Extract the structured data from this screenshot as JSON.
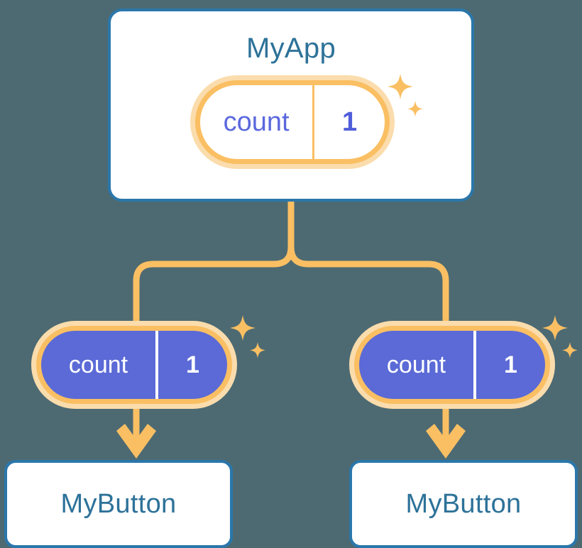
{
  "background_color": "#4d6a72",
  "palette": {
    "card_border": "#2a77ab",
    "card_fill": "#ffffff",
    "title_text": "#2d7299",
    "pill_ring": "#fabf63",
    "pill_glow": "#fbdcac",
    "pill_solid_fill": "#5b6ad6",
    "pill_light_key_text": "#5b68dd",
    "pill_light_val_text": "#4f5ed9",
    "pill_solid_text": "#ffffff",
    "connector": "#fabf63"
  },
  "diagram": {
    "type": "component-state-propagation-tree",
    "root": {
      "title": "MyApp",
      "state": {
        "key": "count",
        "value": "1"
      }
    },
    "children": [
      {
        "title": "MyButton",
        "prop": {
          "key": "count",
          "value": "1"
        }
      },
      {
        "title": "MyButton",
        "prop": {
          "key": "count",
          "value": "1"
        }
      }
    ]
  },
  "icons": {
    "sparkle_large": "sparkle-four-point-icon",
    "sparkle_small": "sparkle-four-point-small-icon",
    "arrow_down": "arrow-down-icon",
    "branch_connector": "tree-branch-connector-icon"
  }
}
